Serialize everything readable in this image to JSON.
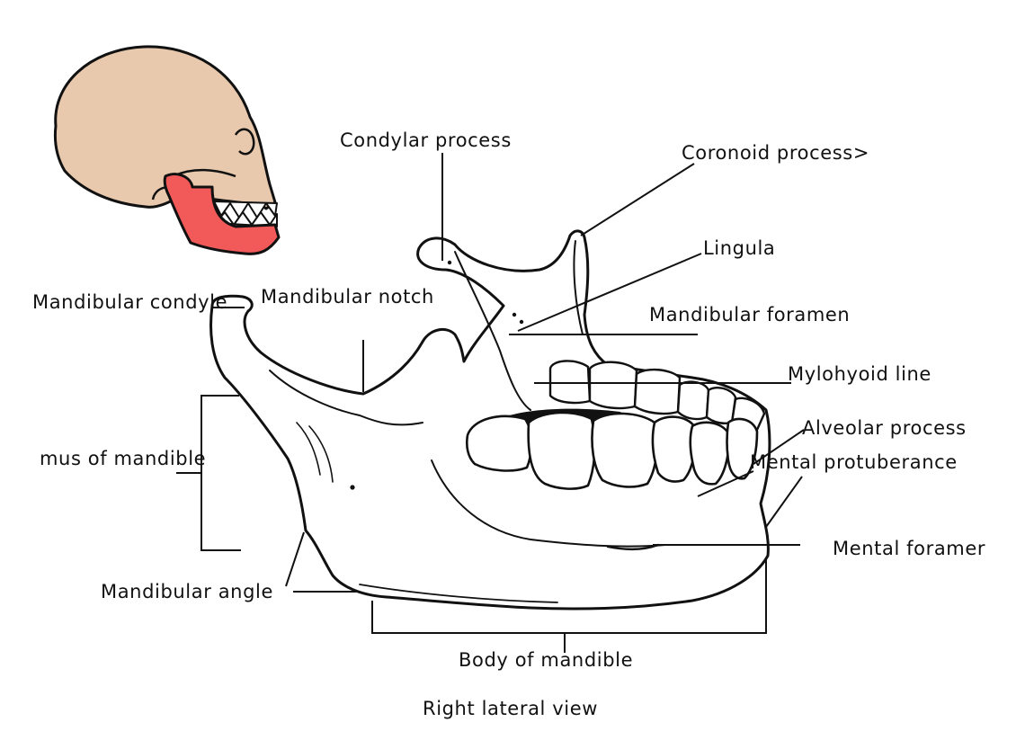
{
  "labels": {
    "condylar_process": "Condylar process",
    "coronoid_process": "Coronoid process>",
    "lingula": "Lingula",
    "mandibular_condyle": "Mandibular condyle",
    "mandibular_notch": "Mandibular notch",
    "mandibular_foramen": "Mandibular foramen",
    "mylohyoid_line": "Mylohyoid line",
    "alveolar_process": "Alveolar process",
    "ramus_of_mandible": "mus of mandible",
    "mental_protuberance": "Mental protuberance",
    "mental_foramen": "Mental foramer",
    "mandibular_angle": "Mandibular angle",
    "body_of_mandible": "Body of mandible",
    "view": "Right lateral view"
  },
  "colors": {
    "skull_fill": "#e8c9ae",
    "mandible_highlight": "#f25a5a",
    "outline": "#111111",
    "background": "#ffffff"
  },
  "icons": [
    "skull-thumbnail",
    "mandible-illustration"
  ]
}
